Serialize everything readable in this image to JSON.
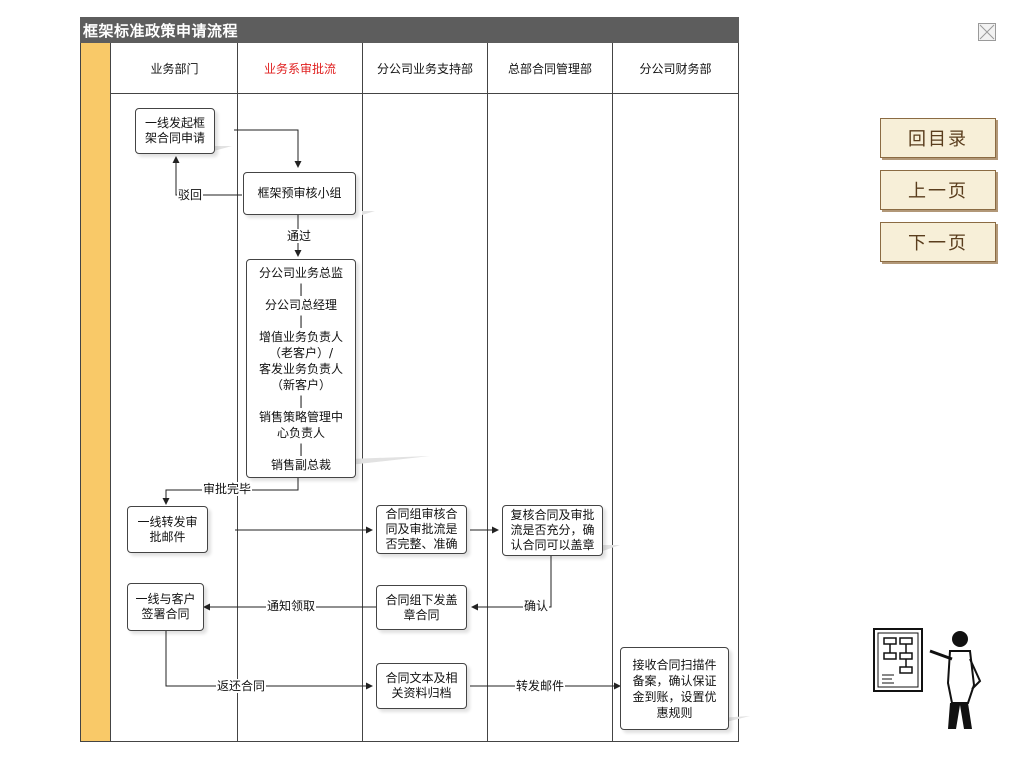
{
  "diagram": {
    "title": "框架标准政策申请流程",
    "lanes": [
      {
        "label": "业务部门",
        "color": "#111111"
      },
      {
        "label": "业务系审批流",
        "color": "#e02020"
      },
      {
        "label": "分公司业务支持部",
        "color": "#111111"
      },
      {
        "label": "总部合同管理部",
        "color": "#111111"
      },
      {
        "label": "分公司财务部",
        "color": "#111111"
      }
    ],
    "nodes": {
      "apply": "一线发起框\n架合同申请",
      "pre_review": "框架预审核小组",
      "approval_chain": "分公司业务总监\n|\n分公司总经理\n|\n增值业务负责人\n（老客户）/\n客发业务负责人\n（新客户）\n|\n销售策略管理中\n心负责人\n|\n销售副总裁",
      "forward_mail": "一线转发审\n批邮件",
      "group_review": "合同组审核合\n同及审批流是\n否完整、准确",
      "hq_review": "复核合同及审批\n流是否充分，确\n认合同可以盖章",
      "sign": "一线与客户\n签署合同",
      "issue_seal": "合同组下发盖\n章合同",
      "archive": "合同文本及相\n关资料归档",
      "finance": "接收合同扫描件\n备案，确认保证\n金到账，设置优\n惠规则"
    },
    "edge_labels": {
      "reject": "驳回",
      "pass": "通过",
      "approval_done": "审批完毕",
      "confirm": "确认",
      "notify": "通知领取",
      "return": "返还合同",
      "forward": "转发邮件"
    }
  },
  "nav": {
    "toc": "回目录",
    "prev": "上一页",
    "next": "下一页"
  }
}
